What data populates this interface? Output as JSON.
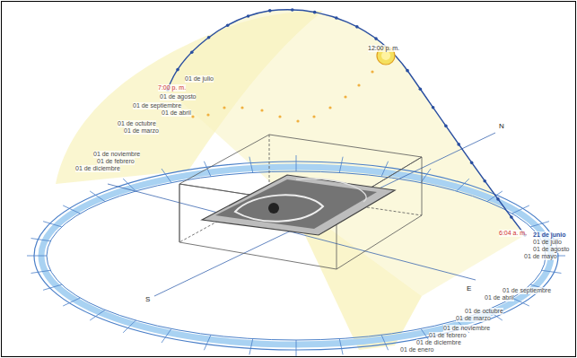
{
  "diagram": {
    "labels": [
      "12:00 p. m.",
      "7:00 p. m.",
      "6:04 a. m.",
      "N",
      "S",
      "E",
      "01 de julio",
      "01 de agosto",
      "01 de septiembre",
      "01 de abril",
      "01 de octubre",
      "01 de marzo",
      "01 de noviembre",
      "01 de febrero",
      "01 de diciembre",
      "21 de junio",
      "01 de julio",
      "01 de agosto",
      "01 de mayo",
      "01 de septiembre",
      "01 de abril",
      "01 de octubre",
      "01 de marzo",
      "01 de noviembre",
      "01 de febrero",
      "01 de diciembre",
      "01 de enero"
    ]
  }
}
